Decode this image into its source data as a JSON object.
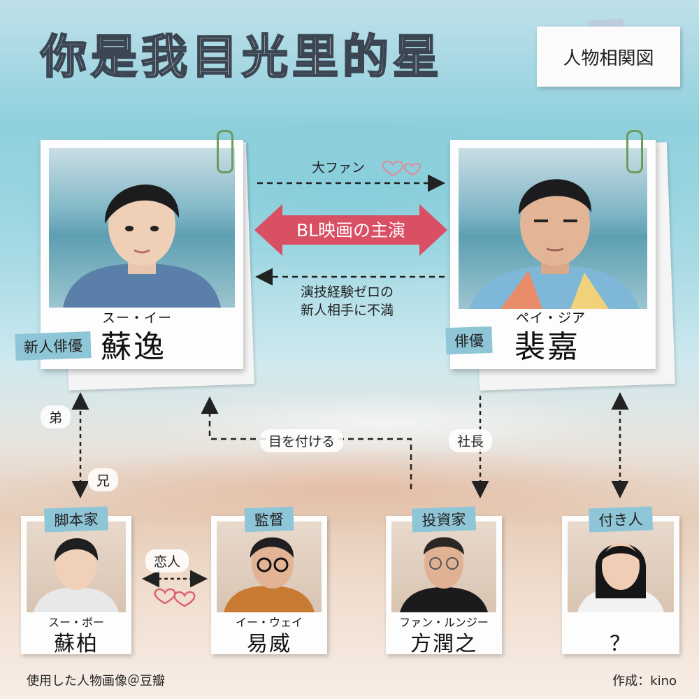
{
  "header": {
    "title": "你是我目光里的星",
    "chart_label": "人物相関図"
  },
  "leads": [
    {
      "reading": "スー・イー",
      "name": "蘇逸",
      "role": "新人俳優"
    },
    {
      "reading": "ペイ・ジア",
      "name": "裴嘉",
      "role": "俳優"
    }
  ],
  "relations": {
    "big_fan": "大ファン",
    "co_star": "BL映画の主演",
    "dissatisfied_line1": "演技経験ゼロの",
    "dissatisfied_line2": "新人相手に不満",
    "younger_brother": "弟",
    "older_brother": "兄",
    "eyeing": "目を付ける",
    "president": "社長",
    "lovers": "恋人"
  },
  "supporting": [
    {
      "role": "脚本家",
      "reading": "スー・ボー",
      "name": "蘇柏"
    },
    {
      "role": "監督",
      "reading": "イー・ウェイ",
      "name": "易威"
    },
    {
      "role": "投資家",
      "reading": "ファン・ルンジー",
      "name": "方潤之"
    },
    {
      "role": "付き人",
      "reading": "",
      "name": "？"
    }
  ],
  "footer": {
    "credit": "使用した人物画像＠豆瓣",
    "author": "作成：kino"
  },
  "colors": {
    "accent_red": "#d94f63",
    "label_blue": "#8fc6d7",
    "clip_green": "#6a9c5c"
  }
}
